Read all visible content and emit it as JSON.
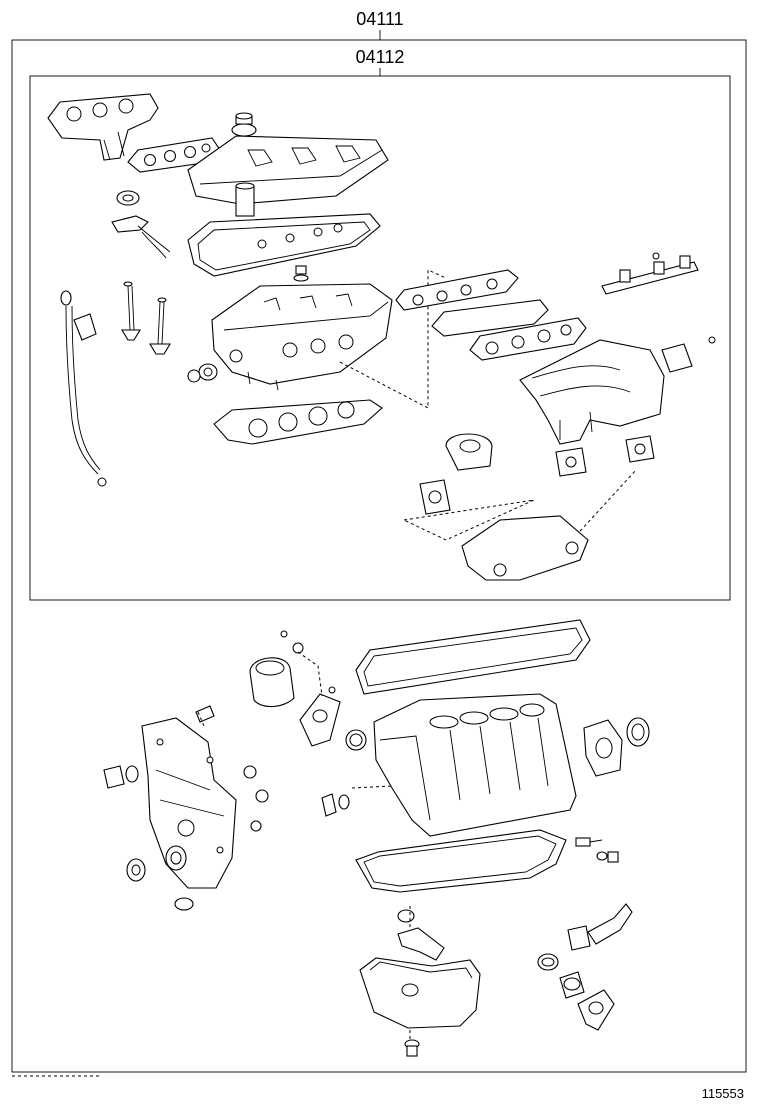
{
  "labels": {
    "outer_kit_code": "04111",
    "inner_kit_code": "04112",
    "illustration_number": "115553"
  },
  "icons": {
    "exhaust_manifold": "exhaust-manifold-icon",
    "exhaust_manifold_gasket": "exhaust-manifold-gasket-icon",
    "cylinder_head_cover": "cylinder-head-cover-icon",
    "head_cover_gasket": "head-cover-gasket-icon",
    "oil_filler_cap": "oil-filler-cap-icon",
    "oil_dipstick": "oil-dipstick-icon",
    "engine_valve": "engine-valve-icon",
    "cylinder_head": "cylinder-head-icon",
    "cylinder_head_gasket": "cylinder-head-gasket-icon",
    "intake_manifold": "intake-manifold-icon",
    "intake_manifold_gasket": "intake-manifold-gasket-icon",
    "fuel_rail": "fuel-rail-icon",
    "throttle_body": "throttle-body-icon",
    "throttle_body_gasket": "throttle-body-gasket-icon",
    "timing_chain_cover": "timing-chain-cover-icon",
    "oil_seal": "oil-seal-icon",
    "o_ring": "o-ring-icon",
    "oil_filter_bracket": "oil-filter-bracket-icon",
    "cylinder_block": "cylinder-block-icon",
    "oil_pan_gasket": "oil-pan-gasket-icon",
    "oil_pan": "oil-pan-icon",
    "oil_strainer": "oil-strainer-icon",
    "water_inlet": "water-inlet-icon",
    "thermostat": "thermostat-icon",
    "rear_oil_seal_retainer": "rear-oil-seal-retainer-icon",
    "drain_plug": "drain-plug-icon"
  }
}
